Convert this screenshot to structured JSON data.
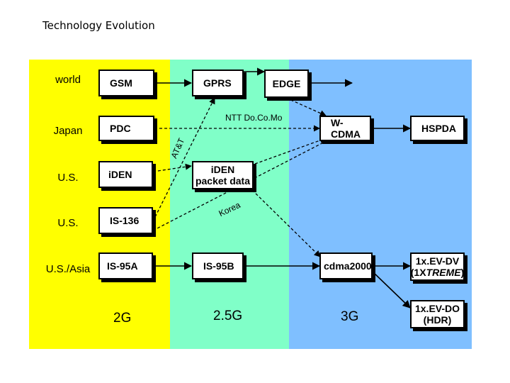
{
  "title": "Technology Evolution",
  "colors": {
    "band_2g": "#ffff00",
    "band_2_5g": "#80ffc8",
    "band_3g": "#7fbfff",
    "box_fill": "#ffffff",
    "line": "#000000"
  },
  "regions": [
    "world",
    "Japan",
    "U.S.",
    "U.S.",
    "U.S./Asia"
  ],
  "generations": [
    "2G",
    "2.5G",
    "3G"
  ],
  "boxes": {
    "gsm": "GSM",
    "gprs": "GPRS",
    "edge": "EDGE",
    "pdc": "PDC",
    "wcdma": "W-CDMA",
    "hspda": "HSPDA",
    "iden": "iDEN",
    "iden_packet_line1": "iDEN",
    "iden_packet_line2": "packet data",
    "is136": "IS-136",
    "is95a": "IS-95A",
    "is95b": "IS-95B",
    "cdma2000": "cdma2000",
    "evdv_line1": "1x.EV-DV",
    "evdv_line2_pre": "(1X",
    "evdv_line2_em": "TREME",
    "evdv_line2_post": ")",
    "evdo_line1": "1x.EV-DO",
    "evdo_line2": "(HDR)"
  },
  "annotations": {
    "ntt": "NTT Do.Co.Mo",
    "att": "AT&T",
    "korea": "Korea"
  },
  "connections": [
    {
      "from": "GSM",
      "to": "GPRS",
      "style": "solid"
    },
    {
      "from": "GPRS",
      "to": "EDGE",
      "style": "solid"
    },
    {
      "from": "EDGE",
      "to": "(continues)",
      "style": "solid"
    },
    {
      "from": "PDC",
      "to": "W-CDMA",
      "style": "dashed",
      "label": "NTT Do.Co.Mo"
    },
    {
      "from": "W-CDMA",
      "to": "HSPDA",
      "style": "solid"
    },
    {
      "from": "EDGE",
      "to": "W-CDMA",
      "style": "dashed"
    },
    {
      "from": "IS-136",
      "to": "GPRS",
      "style": "dashed",
      "label": "AT&T"
    },
    {
      "from": "iDEN",
      "to": "iDEN packet data",
      "style": "dashed"
    },
    {
      "from": "iDEN packet data",
      "to": "W-CDMA",
      "style": "dashed"
    },
    {
      "from": "iDEN packet data",
      "to": "cdma2000",
      "style": "dashed"
    },
    {
      "from": "IS-136",
      "to": "W-CDMA",
      "style": "dashed",
      "label": "Korea"
    },
    {
      "from": "IS-95A",
      "to": "IS-95B",
      "style": "solid"
    },
    {
      "from": "IS-95B",
      "to": "cdma2000",
      "style": "solid"
    },
    {
      "from": "cdma2000",
      "to": "1x.EV-DV",
      "style": "solid"
    },
    {
      "from": "cdma2000",
      "to": "1x.EV-DO",
      "style": "solid"
    }
  ]
}
